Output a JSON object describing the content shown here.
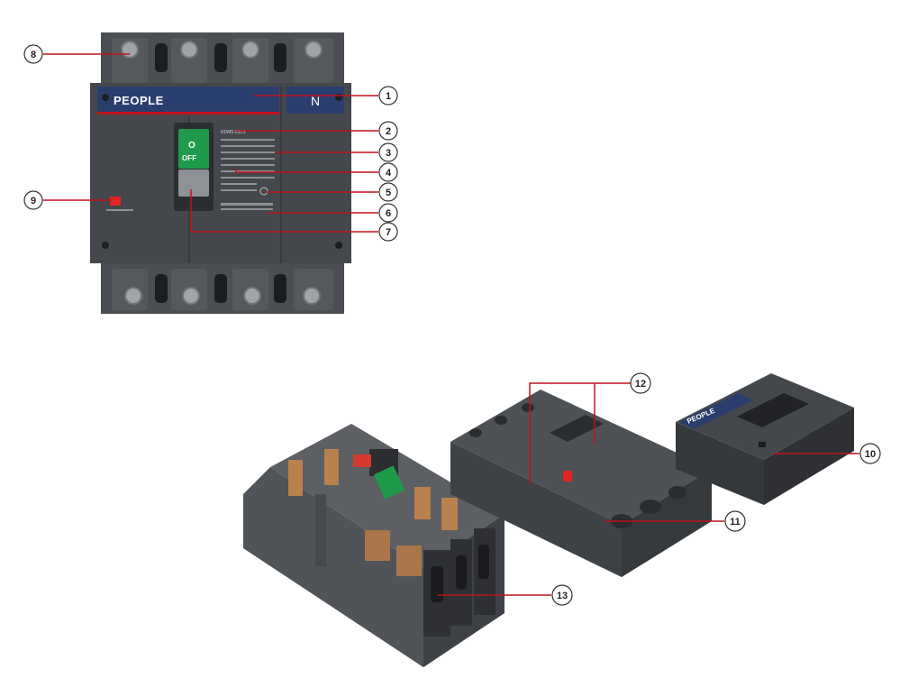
{
  "brand": {
    "front_logo": "PEOPLE",
    "neutral_label": "N",
    "cover_logo": "PEOPLE"
  },
  "handle": {
    "symbol": "O",
    "state": "OFF"
  },
  "nameplate": {
    "model": "RDM5-250S"
  },
  "callouts": [
    "1",
    "2",
    "3",
    "4",
    "5",
    "6",
    "7",
    "8",
    "9",
    "10",
    "11",
    "12",
    "13"
  ],
  "colors": {
    "leader_line": "#c0121c",
    "body": "#3f4246",
    "brand_band": "#2a3e6e",
    "handle_green": "#1f9a4b",
    "test_button": "#e0261e"
  }
}
